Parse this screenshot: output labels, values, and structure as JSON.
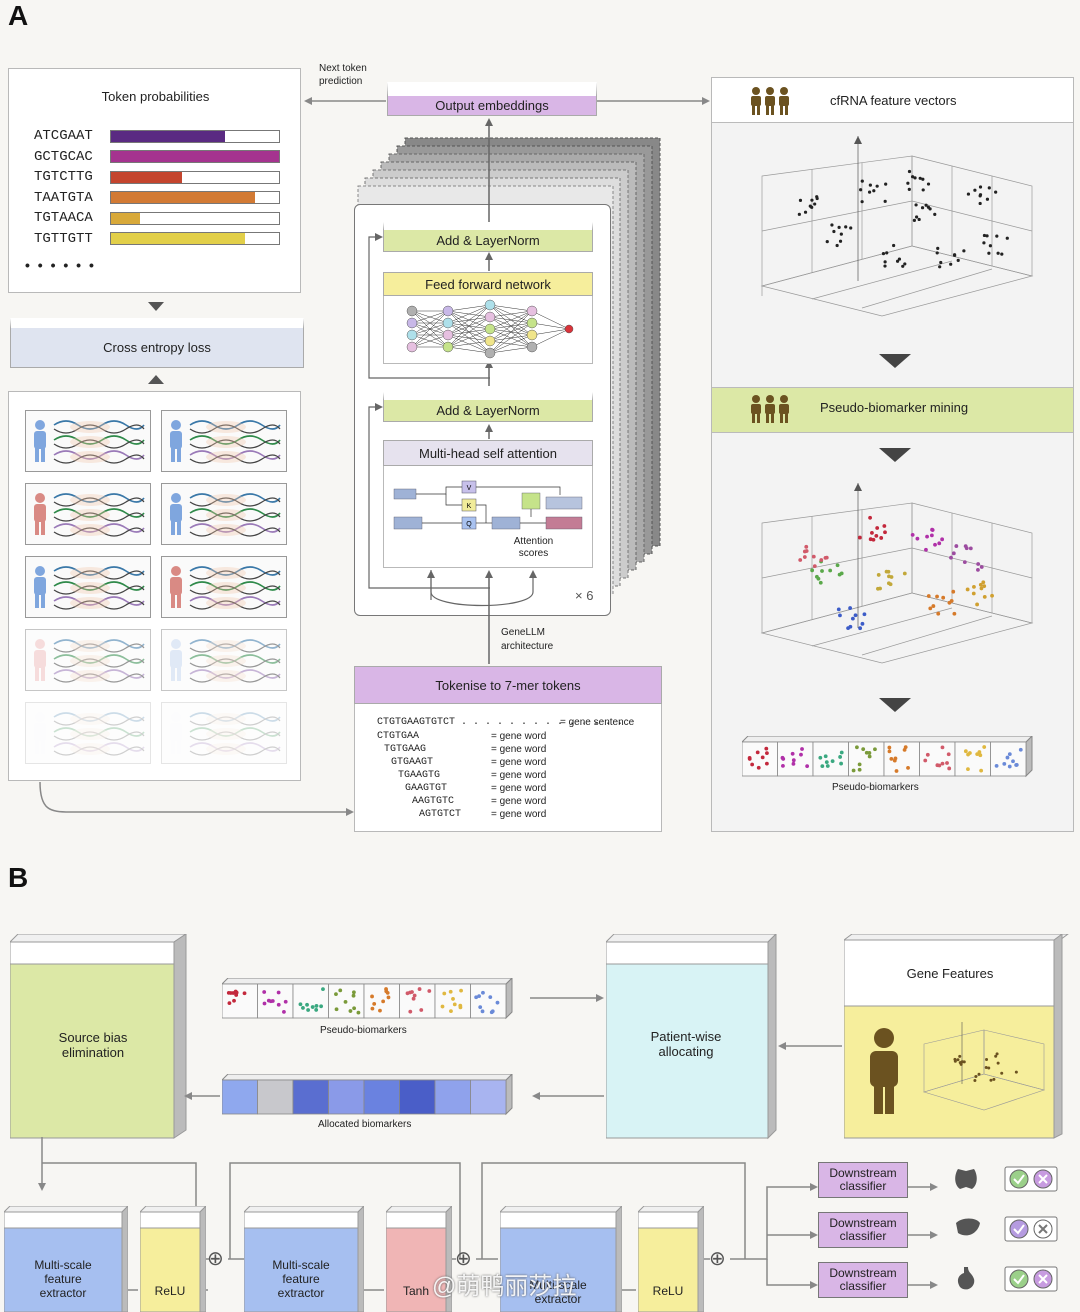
{
  "panel_a": {
    "letter": "A",
    "token_probabilities": {
      "title": "Token probabilities",
      "rows": [
        {
          "label": "ATCGAAT",
          "value": 0.68,
          "color": "#5a2a82"
        },
        {
          "label": "GCTGCAC",
          "value": 1.0,
          "color": "#a5338f"
        },
        {
          "label": "TGTCTTG",
          "value": 0.42,
          "color": "#c4452e"
        },
        {
          "label": "TAATGTA",
          "value": 0.86,
          "color": "#d27a34"
        },
        {
          "label": "TGTAACA",
          "value": 0.17,
          "color": "#d8a93a"
        },
        {
          "label": "TGTTGTT",
          "value": 0.8,
          "color": "#e2cf49"
        }
      ],
      "ellipsis": "• • • • • •"
    },
    "next_token_label": "Next token\nprediction",
    "output_embeddings": "Output embeddings",
    "cross_entropy_loss": "Cross entropy loss",
    "add_layernorm_top": "Add & LayerNorm",
    "feed_forward": "Feed forward network",
    "add_layernorm_bottom": "Add & LayerNorm",
    "mhsa": "Multi-head self attention",
    "qkv": [
      "V",
      "K",
      "Q"
    ],
    "attention_scores": "Attention\nscores",
    "times_six": "× 6",
    "genellm_label": "GeneLLM\narchitecture",
    "tokenise": {
      "title": "Tokenise to 7-mer tokens",
      "sentence": "CTGTGAAGTGTCT . . . . . . . . . . . . . .",
      "sentence_eq": "= gene sentence",
      "words": [
        "CTGTGAA",
        "TGTGAAG",
        "GTGAAGT",
        "TGAAGTG",
        "GAAGTGT",
        "AAGTGTC",
        "AGTGTCT"
      ],
      "word_eq": "= gene word"
    },
    "cfrna_title": "cfRNA feature vectors",
    "pseudo_mining": "Pseudo-biomarker mining",
    "pseudo_biomarkers": "Pseudo-biomarkers"
  },
  "panel_b": {
    "letter": "B",
    "source_bias": "Source bias\nelimination",
    "pseudo_biomarkers": "Pseudo-biomarkers",
    "allocated_biomarkers": "Allocated biomarkers",
    "patient_wise": "Patient-wise\nallocating",
    "gene_features": "Gene Features",
    "msfe1": "Multi-scale\nfeature\nextractor",
    "relu1": "ReLU",
    "msfe2": "Multi-scale\nfeature\nextractor",
    "tanh": "Tanh",
    "msfe3": "Multi-scale\nextractor",
    "relu2": "ReLU",
    "plus": "⊕",
    "downstream": [
      "Downstream\nclassifier",
      "Downstream\nclassifier",
      "Downstream\nclassifier"
    ],
    "organs": [
      "lungs-icon",
      "liver-icon",
      "stomach-icon"
    ]
  },
  "watermark": "@萌鸭丽莎拉",
  "colors": {
    "purple": "#d9b6e6",
    "green": "#dce8a6",
    "yellow": "#f6ee9c",
    "cyan": "#d8f3f5",
    "blue": "#a6bff0",
    "pink": "#f0b5b5"
  }
}
